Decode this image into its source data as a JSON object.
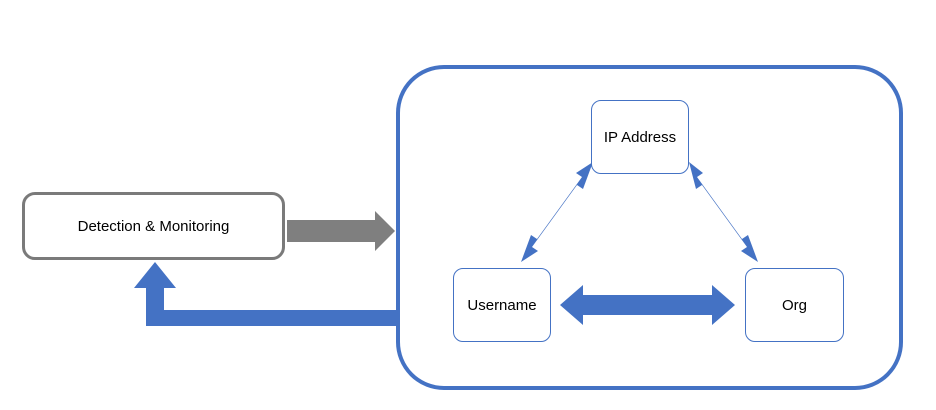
{
  "nodes": {
    "detection": "Detection & Monitoring",
    "ip_address": "IP Address",
    "username": "Username",
    "org": "Org"
  },
  "colors": {
    "container_border": "#4472c4",
    "arrow_blue": "#4472c4",
    "arrow_gray": "#7f7f7f",
    "detection_border": "#7a7a7a"
  }
}
